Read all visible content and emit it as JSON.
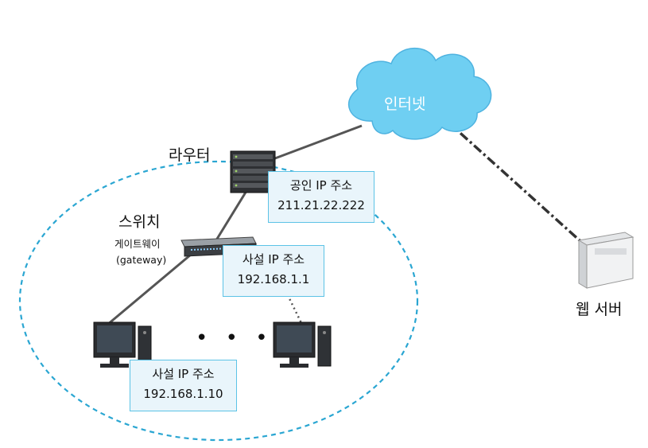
{
  "internet": {
    "label": "인터넷"
  },
  "router": {
    "label": "라우터"
  },
  "switch": {
    "label": "스위치",
    "gateway_line1": "게이트웨이",
    "gateway_line2": "(gateway)"
  },
  "public_ip_box": {
    "title": "공인 IP 주소",
    "address": "211.21.22.222"
  },
  "switch_ip_box": {
    "title": "사설 IP 주소",
    "address": "192.168.1.1"
  },
  "pc_ip_box": {
    "title": "사설 IP 주소",
    "address": "192.168.1.10"
  },
  "web_server": {
    "label": "웹 서버"
  },
  "ellipsis": "• • •",
  "colors": {
    "cloud": "#6fcff2",
    "boundary": "#2aa6d2",
    "box_border": "#5cc3e6",
    "box_fill": "#e9f5fb",
    "link": "#555555"
  },
  "icons": [
    "cloud-icon",
    "router-icon",
    "switch-icon",
    "desktop-pc-icon",
    "server-icon"
  ]
}
